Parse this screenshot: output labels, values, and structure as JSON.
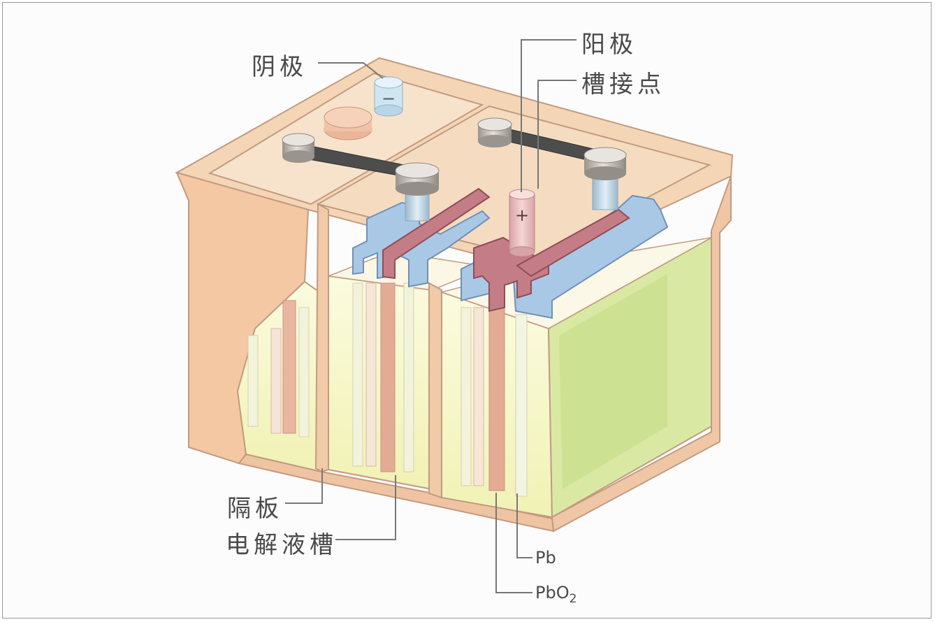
{
  "labels": {
    "cathode": "阴极",
    "anode": "阳极",
    "cell_contact": "槽接点",
    "separator": "隔板",
    "electrolyte_tank": "电解液槽",
    "pb": "Pb",
    "pbo2_main": "PbO",
    "pbo2_sub": "2"
  },
  "terminal_signs": {
    "negative": "−",
    "positive": "+"
  },
  "colors": {
    "case": "#f3cfae",
    "case_edge": "#c49a80",
    "electrolyte": "#f6f5c0",
    "green_fill": "#d6e8a0",
    "negative_plate": "#a8c6e2",
    "positive_plate": "#c07a84",
    "terminal": "#d9d2cc",
    "connector": "#555555",
    "leader_line": "#777777"
  }
}
